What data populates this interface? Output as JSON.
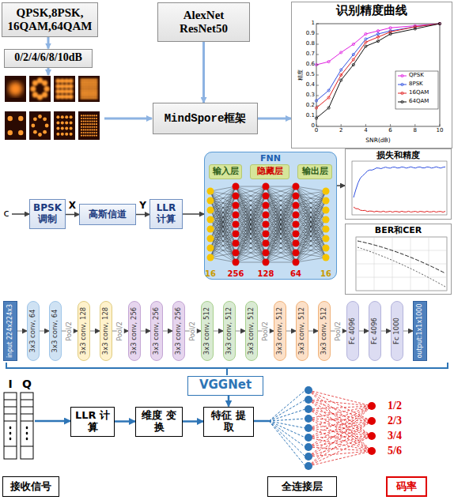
{
  "diagram": {
    "nodes": [
      {
        "text": [
          "QPSK,8PSK, 16QAM,64QAM"
        ]
      },
      {
        "text": [
          "0/2/4/6/8/10dB"
        ]
      },
      {
        "text": [
          "AlexNet ResNet50"
        ]
      },
      {
        "text": [
          "MindSpore框架"
        ]
      },
      {
        "text": [
          "识别精度曲线"
        ]
      },
      {
        "text": [
          "BPSK 调制"
        ]
      },
      {
        "text": [
          "高斯信道"
        ]
      },
      {
        "text": [
          "LLR 计算"
        ]
      },
      {
        "text": [
          "FNN"
        ]
      },
      {
        "text": [
          "输入层"
        ],
        "in": 8
      },
      {
        "text": [
          "隐藏层"
        ],
        "in": 8
      },
      {
        "text": [
          "输出层"
        ],
        "in": 8
      },
      {
        "text": [
          "损失和精度"
        ]
      },
      {
        "text": [
          "BER和CER"
        ]
      },
      {
        "text": [
          "input 224x224x3"
        ]
      },
      {
        "text": [
          "3x3 conv, 64"
        ]
      },
      {
        "text": [
          "3x3 conv, 64"
        ]
      },
      {
        "text": [
          "3x3 conv, 128"
        ]
      },
      {
        "text": [
          "3x3 conv, 128"
        ]
      },
      {
        "text": [
          "3x3 conv, 256"
        ]
      },
      {
        "text": [
          "3x3 conv, 256"
        ]
      },
      {
        "text": [
          "3x3 conv, 256"
        ]
      },
      {
        "text": [
          "3x3 conv, 512"
        ]
      },
      {
        "text": [
          "3x3 conv, 512"
        ]
      },
      {
        "text": [
          "3x3 conv, 512"
        ]
      },
      {
        "text": [
          "3x3 conv, 512"
        ]
      },
      {
        "text": [
          "3x3 conv, 512"
        ]
      },
      {
        "text": [
          "3x3 conv, 512"
        ]
      },
      {
        "text": [
          "Fc 4096"
        ]
      },
      {
        "text": [
          "Fc 4096"
        ]
      },
      {
        "text": [
          "Fc 1000"
        ]
      },
      {
        "text": [
          "output:1x1x1000"
        ]
      },
      {
        "text": [
          "VGGNet"
        ]
      },
      {
        "text": [
          "接收信号"
        ]
      },
      {
        "text": [
          "LLR 计算"
        ]
      },
      {
        "text": [
          "维度 变换"
        ]
      },
      {
        "text": [
          "特征 提取"
        ]
      },
      {
        "text": [
          "全连接层"
        ]
      },
      {
        "text": [
          "码率"
        ]
      }
    ],
    "edges": [
      {
        "from": 0,
        "to": 1,
        "arrow": "to"
      },
      {
        "from": 2,
        "to": 3,
        "arrow": "to"
      },
      {
        "from": 3,
        "to": 4,
        "arrow": "to"
      },
      {
        "from": 5,
        "to": 6,
        "label": "X",
        "arrow": "to"
      },
      {
        "from": 6,
        "to": 7,
        "label": "Y",
        "arrow": "to"
      },
      {
        "from": 7,
        "to": 8,
        "arrow": "to"
      },
      {
        "from": 8,
        "to": 12,
        "arrow": "to"
      },
      {
        "from": 14,
        "to": 15,
        "arrow": "to"
      },
      {
        "from": 15,
        "to": 16,
        "arrow": "to"
      },
      {
        "from": 16,
        "to": 17,
        "label": "Pool/2",
        "arrow": "to"
      },
      {
        "from": 17,
        "to": 18,
        "arrow": "to"
      },
      {
        "from": 18,
        "to": 19,
        "label": "Pool/2",
        "arrow": "to"
      },
      {
        "from": 19,
        "to": 20,
        "arrow": "to"
      },
      {
        "from": 20,
        "to": 21,
        "arrow": "to"
      },
      {
        "from": 21,
        "to": 22,
        "label": "Pool/2",
        "arrow": "to"
      },
      {
        "from": 22,
        "to": 23,
        "arrow": "to"
      },
      {
        "from": 23,
        "to": 24,
        "arrow": "to"
      },
      {
        "from": 24,
        "to": 25,
        "label": "Pool/2",
        "arrow": "to"
      },
      {
        "from": 25,
        "to": 26,
        "arrow": "to"
      },
      {
        "from": 26,
        "to": 27,
        "arrow": "to"
      },
      {
        "from": 27,
        "to": 28,
        "label": "Pool/2",
        "arrow": "to"
      },
      {
        "from": 28,
        "to": 29,
        "arrow": "to"
      },
      {
        "from": 29,
        "to": 30,
        "arrow": "to"
      },
      {
        "from": 30,
        "to": 31,
        "arrow": "to"
      },
      {
        "from": 32,
        "to": 36,
        "arrow": "to"
      },
      {
        "from": 34,
        "to": 35,
        "arrow": "to"
      },
      {
        "from": 35,
        "to": 36,
        "arrow": "to"
      }
    ],
    "labels": [
      "c",
      "1",
      "0.9",
      "0.8",
      "0.7",
      "0.6",
      "0.5",
      "0.4",
      "0.3",
      "0.2",
      "0.1",
      "0",
      "0",
      "2",
      "4",
      "6",
      "8",
      "10",
      "SNR(dB)",
      "精度",
      "16",
      "256",
      "128",
      "64",
      "16",
      "I",
      "Q",
      "1/2",
      "2/3",
      "3/4",
      "5/6"
    ],
    "legend": [
      {
        "text": "QPSK"
      },
      {
        "text": "8PSK"
      },
      {
        "text": "16QAM"
      },
      {
        "text": "64QAM"
      }
    ]
  }
}
